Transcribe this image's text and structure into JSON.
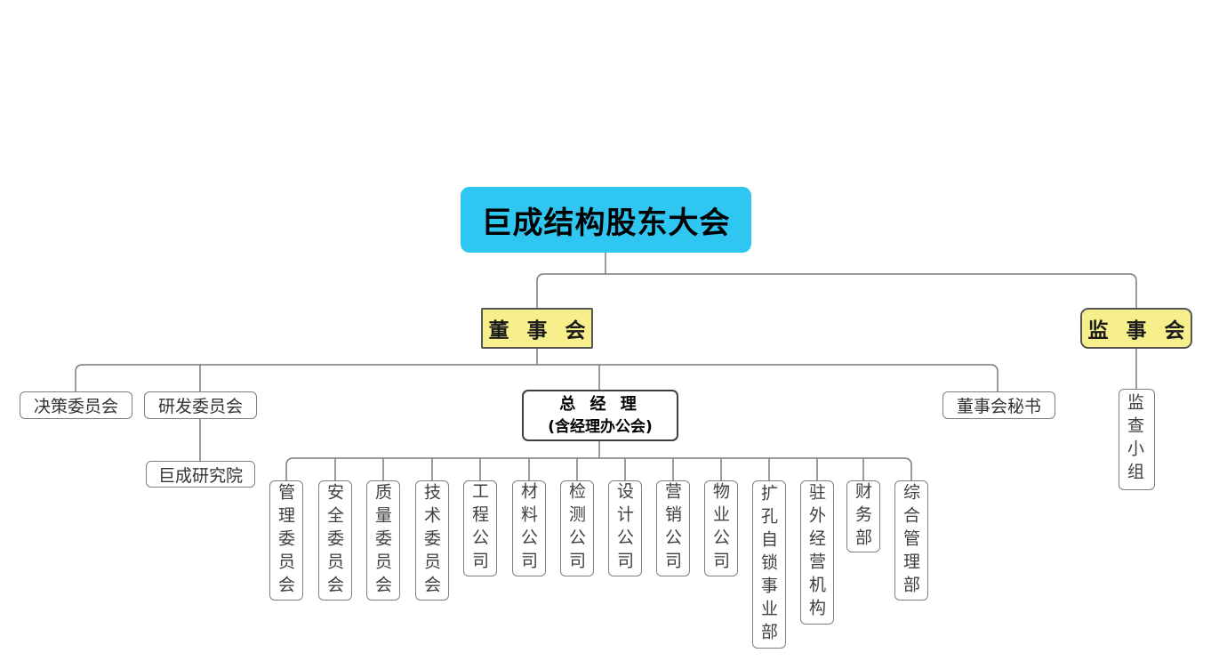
{
  "chart": {
    "type": "org-chart",
    "colors": {
      "root_bg": "#30C6F2",
      "committee_bg": "#F6EF8C",
      "box_border": "#7f7f7f",
      "line": "#7a7a7a"
    },
    "nodes": {
      "shareholders_meeting": "巨成结构股东大会",
      "board": "董 事 会",
      "supervisory_board": "监 事 会",
      "decision_committee": "决策委员会",
      "rnd_committee": "研发委员会",
      "general_manager": "总 经 理",
      "general_manager_note": "(含经理办公会)",
      "board_secretary": "董事会秘书",
      "research_institute": "巨成研究院",
      "audit_team": "监查小组",
      "gm_departments": [
        "管理委员会",
        "安全委员会",
        "质量委员会",
        "技术委员会",
        "工程公司",
        "材料公司",
        "检测公司",
        "设计公司",
        "营销公司",
        "物业公司",
        "扩孔自锁事业部",
        "驻外经营机构",
        "财务部",
        "综合管理部"
      ]
    },
    "hierarchy": {
      "root": "shareholders_meeting",
      "children_of_root": [
        "board",
        "supervisory_board"
      ],
      "children_of_board": [
        "decision_committee",
        "rnd_committee",
        "general_manager",
        "board_secretary"
      ],
      "child_of_rnd_committee": "research_institute",
      "child_of_supervisory_board": "audit_team",
      "children_of_general_manager_count": 14
    }
  }
}
